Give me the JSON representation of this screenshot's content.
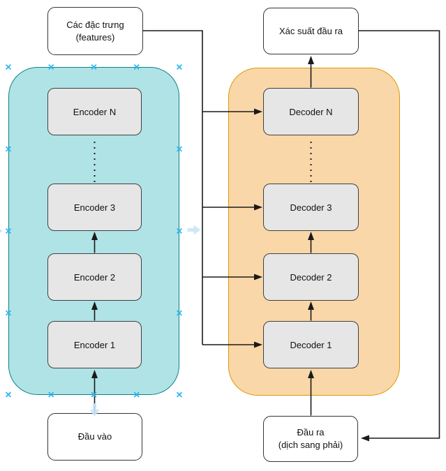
{
  "diagram": {
    "top_left_box": {
      "line1": "Các đặc trưng",
      "line2": "(features)"
    },
    "top_right_box": {
      "label": "Xác suất đầu ra"
    },
    "bottom_left_box": {
      "label": "Đầu vào"
    },
    "bottom_right_box": {
      "line1": "Đầu ra",
      "line2": "(dịch sang phải)"
    },
    "encoder_stack": [
      "Encoder N",
      "Encoder 3",
      "Encoder 2",
      "Encoder 1"
    ],
    "decoder_stack": [
      "Decoder N",
      "Decoder 3",
      "Decoder 2",
      "Decoder 1"
    ]
  },
  "colors": {
    "encoder_container_fill": "#b0e3e6",
    "encoder_container_stroke": "#0e8088",
    "decoder_container_fill": "#fad7a8",
    "decoder_container_stroke": "#d79b00",
    "node_fill": "#e6e6e6",
    "node_stroke": "#404040",
    "connector": "#1a1a1a",
    "selection_handle": "#29b6f2",
    "flow_arrow": "#c8e7f7"
  },
  "icons": {
    "selection_handle": "x-cross",
    "flow_direction_arrow": "chevron-arrow"
  }
}
